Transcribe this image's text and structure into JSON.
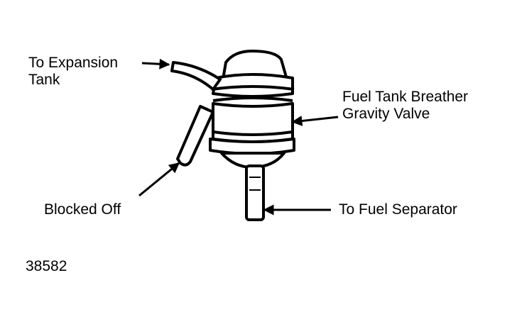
{
  "labels": {
    "expansion_line1": "To Expansion",
    "expansion_line2": "Tank",
    "gravity_line1": "Fuel Tank Breather",
    "gravity_line2": "Gravity Valve",
    "blocked": "Blocked Off",
    "separator": "To Fuel Separator",
    "figure_number": "38582"
  }
}
